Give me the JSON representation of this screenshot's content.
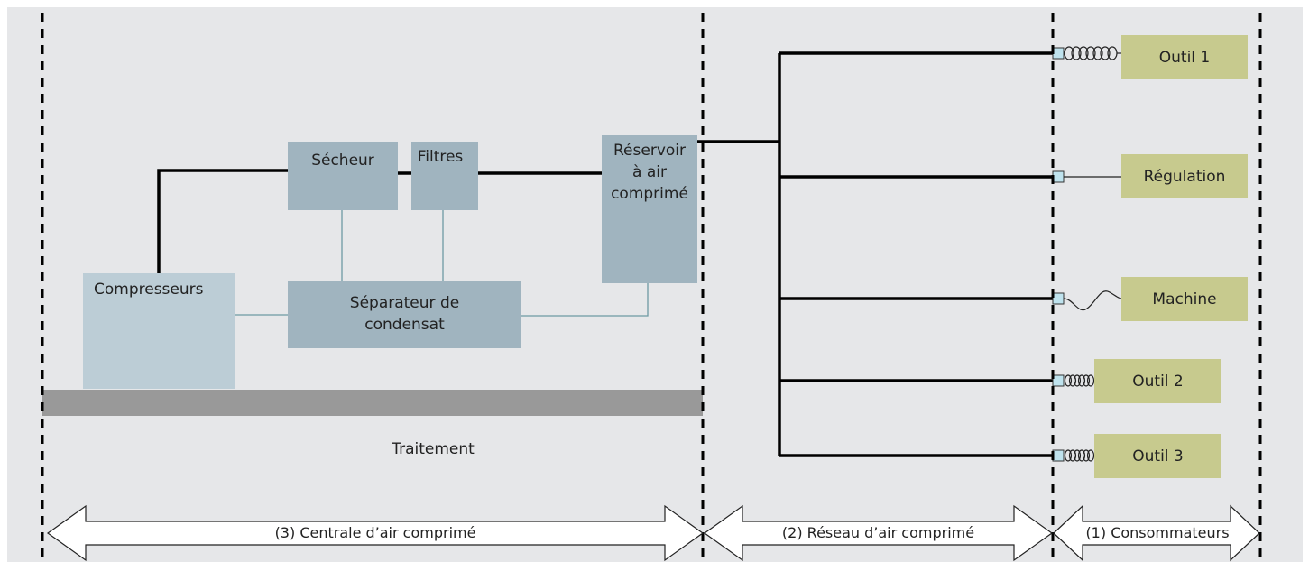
{
  "colors": {
    "background": "#e6e7e9",
    "equipment_box": "#a0b4bf",
    "compressor_box": "#bccdd6",
    "consumer_box": "#c7ca8e",
    "floor": "#999999",
    "connector": "#bfe3ee",
    "thin_line": "#6e9aa3"
  },
  "equipment": {
    "compresseurs": "Compresseurs",
    "secheur": "Sécheur",
    "filtres": "Filtres",
    "reservoir": "Réservoir\nà air\ncomprimé",
    "separateur": "Séparateur de\ncondensat"
  },
  "treatment_label": "Traitement",
  "consumers": {
    "outil1": "Outil 1",
    "regulation": "Régulation",
    "machine": "Machine",
    "outil2": "Outil 2",
    "outil3": "Outil 3"
  },
  "zones": {
    "centrale": "(3) Centrale d’air comprimé",
    "reseau": "(2) Réseau d’air comprimé",
    "consommateurs": "(1) Consommateurs"
  }
}
